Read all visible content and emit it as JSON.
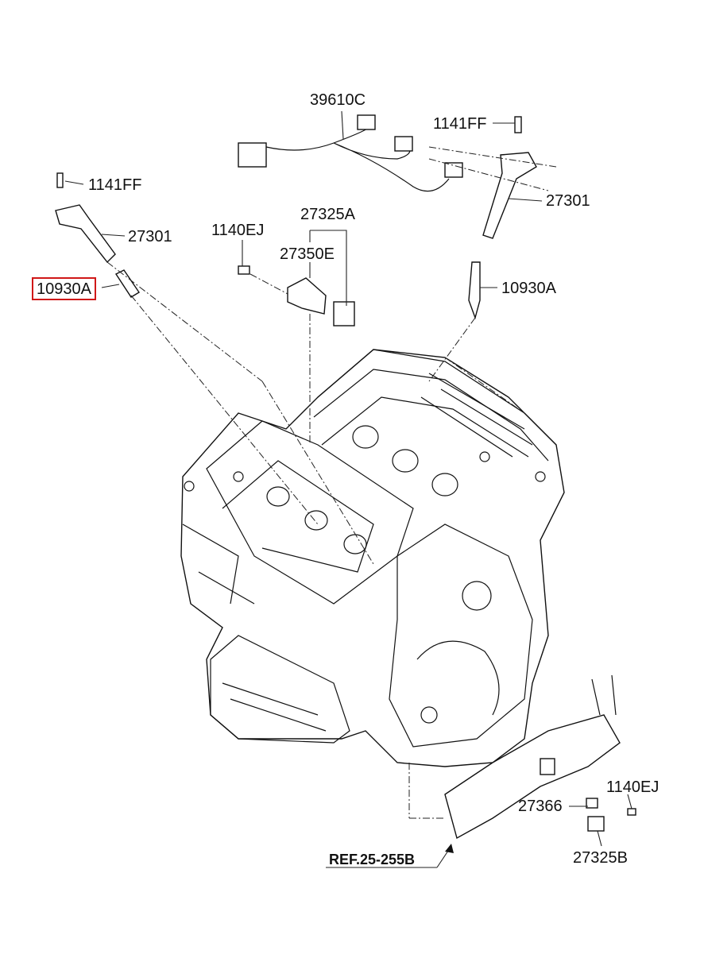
{
  "labels": {
    "harness_top": "39610C",
    "bolt_coil_right": "1141FF",
    "coil_right": "27301",
    "bolt_coil_left": "1141FF",
    "coil_left": "27301",
    "sensor_top": "27325A",
    "bolt_bracket": "1140EJ",
    "bracket": "27350E",
    "plug_left": "10930A",
    "plug_right": "10930A",
    "bolt_bottom": "1140EJ",
    "bracket_bottom": "27366",
    "sensor_bottom": "27325B",
    "ref": "REF.25-255B"
  },
  "highlighted_part": "10930A"
}
